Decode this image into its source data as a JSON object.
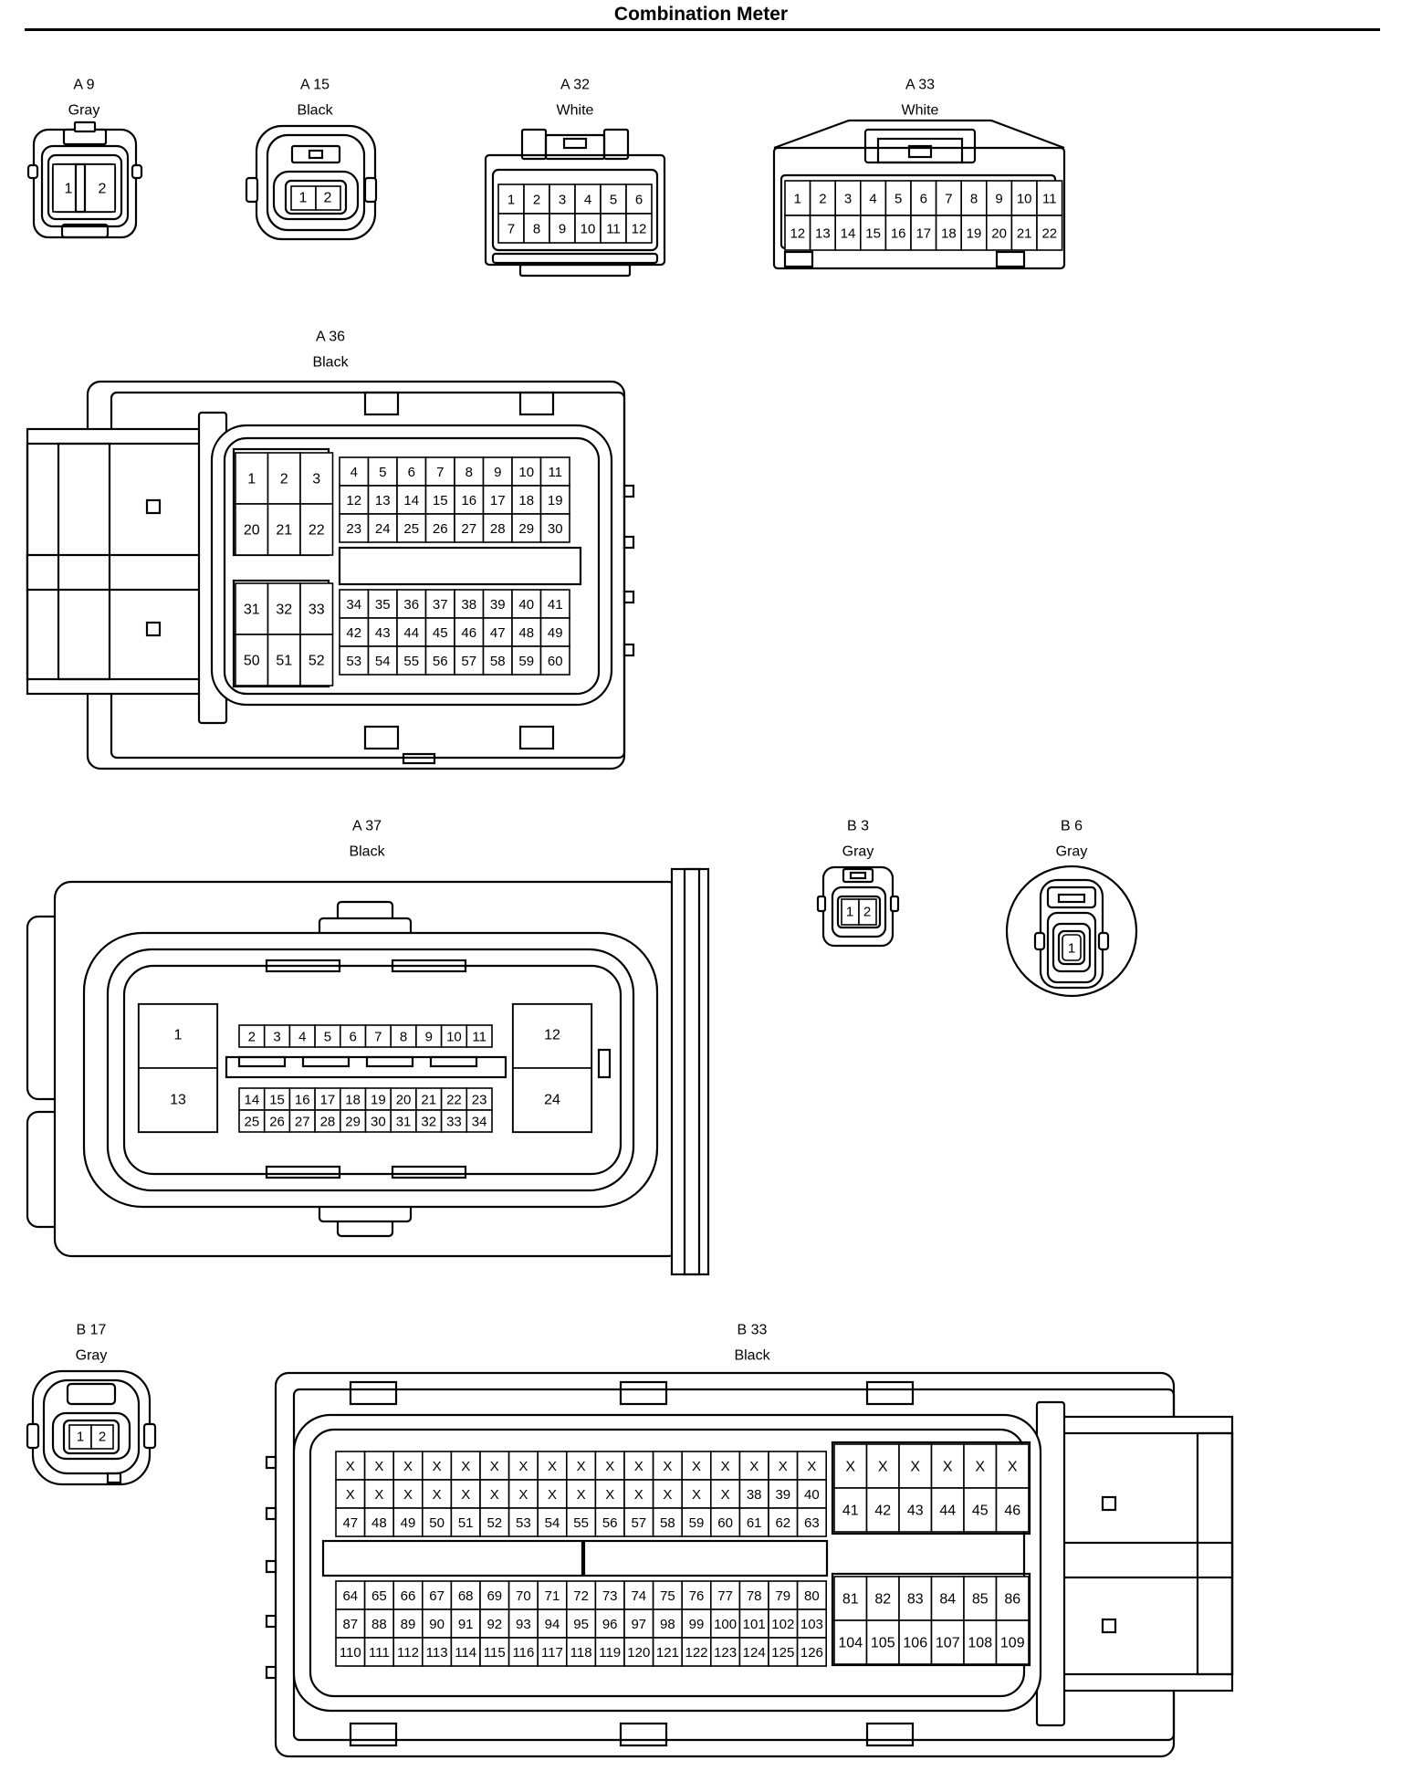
{
  "title": "Combination Meter",
  "connectors": [
    {
      "id": "A 9",
      "color": "Gray"
    },
    {
      "id": "A 15",
      "color": "Black"
    },
    {
      "id": "A 32",
      "color": "White"
    },
    {
      "id": "A 33",
      "color": "White"
    },
    {
      "id": "A 36",
      "color": "Black"
    },
    {
      "id": "A 37",
      "color": "Black"
    },
    {
      "id": "B 3",
      "color": "Gray"
    },
    {
      "id": "B 6",
      "color": "Gray"
    },
    {
      "id": "B 17",
      "color": "Gray"
    },
    {
      "id": "B 33",
      "color": "Black"
    }
  ],
  "empty_pin_mark": "X",
  "pins": {
    "A9": [
      "1",
      "2"
    ],
    "A15": [
      "1",
      "2"
    ],
    "A32": [
      [
        "1",
        "2",
        "3",
        "4",
        "5",
        "6"
      ],
      [
        "7",
        "8",
        "9",
        "10",
        "11",
        "12"
      ]
    ],
    "A33": [
      [
        "1",
        "2",
        "3",
        "4",
        "5",
        "6",
        "7",
        "8",
        "9",
        "10",
        "11"
      ],
      [
        "12",
        "13",
        "14",
        "15",
        "16",
        "17",
        "18",
        "19",
        "20",
        "21",
        "22"
      ]
    ],
    "A36": {
      "upper_left": [
        [
          "1",
          "2",
          "3"
        ],
        [
          "20",
          "21",
          "22"
        ]
      ],
      "upper_right": [
        [
          "4",
          "5",
          "6",
          "7",
          "8",
          "9",
          "10",
          "11"
        ],
        [
          "12",
          "13",
          "14",
          "15",
          "16",
          "17",
          "18",
          "19"
        ],
        [
          "23",
          "24",
          "25",
          "26",
          "27",
          "28",
          "29",
          "30"
        ]
      ],
      "lower_left": [
        [
          "31",
          "32",
          "33"
        ],
        [
          "50",
          "51",
          "52"
        ]
      ],
      "lower_right": [
        [
          "34",
          "35",
          "36",
          "37",
          "38",
          "39",
          "40",
          "41"
        ],
        [
          "42",
          "43",
          "44",
          "45",
          "46",
          "47",
          "48",
          "49"
        ],
        [
          "53",
          "54",
          "55",
          "56",
          "57",
          "58",
          "59",
          "60"
        ]
      ]
    },
    "A37": {
      "left": [
        "1",
        "13"
      ],
      "center": [
        [
          "2",
          "3",
          "4",
          "5",
          "6",
          "7",
          "8",
          "9",
          "10",
          "11"
        ],
        [
          "14",
          "15",
          "16",
          "17",
          "18",
          "19",
          "20",
          "21",
          "22",
          "23"
        ],
        [
          "25",
          "26",
          "27",
          "28",
          "29",
          "30",
          "31",
          "32",
          "33",
          "34"
        ]
      ],
      "right": [
        "12",
        "24"
      ]
    },
    "B3": [
      "1",
      "2"
    ],
    "B6": [
      "1"
    ],
    "B17": [
      "1",
      "2"
    ],
    "B33": {
      "upper_main": [
        [
          "X",
          "X",
          "X",
          "X",
          "X",
          "X",
          "X",
          "X",
          "X",
          "X",
          "X",
          "X",
          "X",
          "X",
          "X",
          "X",
          "X"
        ],
        [
          "X",
          "X",
          "X",
          "X",
          "X",
          "X",
          "X",
          "X",
          "X",
          "X",
          "X",
          "X",
          "X",
          "X",
          "38",
          "39",
          "40"
        ],
        [
          "47",
          "48",
          "49",
          "50",
          "51",
          "52",
          "53",
          "54",
          "55",
          "56",
          "57",
          "58",
          "59",
          "60",
          "61",
          "62",
          "63"
        ]
      ],
      "upper_side": [
        [
          "X",
          "X",
          "X",
          "X",
          "X",
          "X"
        ],
        [
          "41",
          "42",
          "43",
          "44",
          "45",
          "46"
        ]
      ],
      "lower_main": [
        [
          "64",
          "65",
          "66",
          "67",
          "68",
          "69",
          "70",
          "71",
          "72",
          "73",
          "74",
          "75",
          "76",
          "77",
          "78",
          "79",
          "80"
        ],
        [
          "87",
          "88",
          "89",
          "90",
          "91",
          "92",
          "93",
          "94",
          "95",
          "96",
          "97",
          "98",
          "99",
          "100",
          "101",
          "102",
          "103"
        ],
        [
          "110",
          "111",
          "112",
          "113",
          "114",
          "115",
          "116",
          "117",
          "118",
          "119",
          "120",
          "121",
          "122",
          "123",
          "124",
          "125",
          "126"
        ]
      ],
      "lower_side": [
        [
          "81",
          "82",
          "83",
          "84",
          "85",
          "86"
        ],
        [
          "104",
          "105",
          "106",
          "107",
          "108",
          "109"
        ]
      ]
    }
  }
}
